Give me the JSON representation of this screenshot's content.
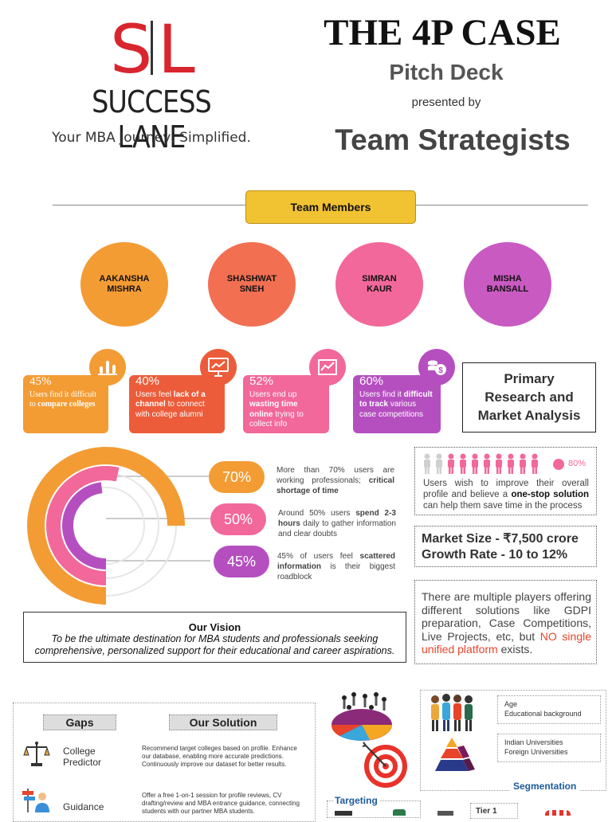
{
  "brand": {
    "initial_left": "S",
    "initial_right": "L",
    "name": "SUCCESS LANE",
    "tagline": "Your MBA Journey, Simplified."
  },
  "header": {
    "title": "THE 4P CASE",
    "subtitle": "Pitch Deck",
    "presented_by": "presented by",
    "team_name": "Team Strategists"
  },
  "team": {
    "label": "Team Members",
    "members": [
      {
        "line1": "AAKANSHA",
        "line2": "MISHRA",
        "color": "#f39c34"
      },
      {
        "line1": "SHASHWAT",
        "line2": "SNEH",
        "color": "#f26f52"
      },
      {
        "line1": "SIMRAN",
        "line2": "KAUR",
        "color": "#f2689a"
      },
      {
        "line1": "MISHA",
        "line2": "BANSALL",
        "color": "#c95ac2"
      }
    ]
  },
  "stat_cards": [
    {
      "pct": "45%",
      "pre": "Users find it difficult to ",
      "bold": "compare colleges",
      "post": "",
      "color": "#f39c34",
      "icon": "bar-chart-icon"
    },
    {
      "pct": "40%",
      "pre": "Users feel ",
      "bold": "lack of a channel",
      "post": " to connect with college alumni",
      "color": "#ec5c3a",
      "icon": "presentation-chart-icon"
    },
    {
      "pct": "52%",
      "pre": "Users end up ",
      "bold": "wasting time online",
      "post": " trying to collect info",
      "color": "#f2689a",
      "icon": "line-graph-icon"
    },
    {
      "pct": "60%",
      "pre": "Users find it ",
      "bold": "difficult to track",
      "post": " various case competitions",
      "color": "#b54fc0",
      "icon": "coins-icon"
    }
  ],
  "primary_research": {
    "line1": "Primary",
    "line2": "Research and",
    "line3": "Market Analysis"
  },
  "donut_stats": [
    {
      "pct": "70%",
      "value": 70,
      "pre": "More than 70% users are working professionals; ",
      "bold": "critical shortage of time",
      "post": "",
      "color": "#f39c34"
    },
    {
      "pct": "50%",
      "value": 50,
      "pre": "Around 50% users ",
      "bold": "spend 2-3 hours",
      "post": " daily to gather information and clear doubts",
      "color": "#f2689a"
    },
    {
      "pct": "45%",
      "value": 45,
      "pre": "45% of users feel ",
      "bold": "scattered information",
      "post": " is their biggest roadblock",
      "color": "#b54fc0"
    }
  ],
  "people_stat": {
    "pct": "80%",
    "value": 80,
    "pre": "Users wish to improve their overall profile and believe a ",
    "bold": "one-stop solution",
    "post": " can help them save time in the process",
    "color": "#f2689a"
  },
  "market": {
    "size": "Market Size - ₹7,500 crore",
    "growth": "Growth Rate - 10 to 12%"
  },
  "players": {
    "pre": "There are multiple players offering different solutions like GDPI preparation, Case Competitions, Live Projects, etc, but ",
    "highlight": "NO single unified platform",
    "post": " exists."
  },
  "vision": {
    "title": "Our Vision",
    "body": "To be the ultimate destination for MBA students and professionals seeking comprehensive, personalized support for their educational and career aspirations."
  },
  "gaps": {
    "gaps_title": "Gaps",
    "solution_title": "Our Solution",
    "rows": [
      {
        "label_line1": "College",
        "label_line2": "Predictor",
        "icon": "scales-icon",
        "solution": "Recommend target colleges based on profile. Enhance our database, enabling more accurate predictions. Continuously improve our dataset for better results."
      },
      {
        "label_line1": "Guidance",
        "label_line2": "",
        "icon": "signpost-person-icon",
        "solution": "Offer a free 1-on-1 session for profile reviews, CV drafting/review and MBA entrance guidance, connecting students with our partner MBA students."
      }
    ]
  },
  "segmentation": {
    "label": "Segmentation",
    "box1": [
      "Age",
      "Educational background"
    ],
    "box2": [
      "Indian Universities",
      "Foreign Universities"
    ]
  },
  "targeting": {
    "label": "Targeting"
  },
  "tier": {
    "label": "Tier 1"
  }
}
